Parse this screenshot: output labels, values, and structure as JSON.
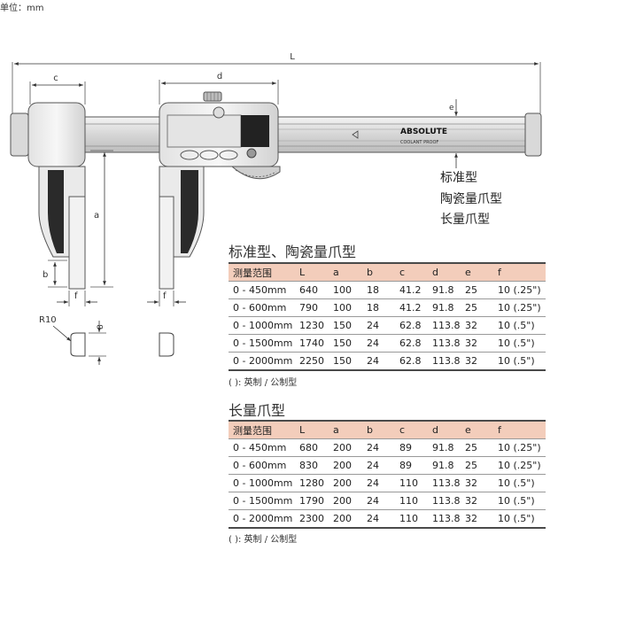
{
  "unit_label": "单位：mm",
  "dims": {
    "L": "L",
    "c": "c",
    "d": "d",
    "e": "e",
    "a": "a",
    "b": "b",
    "f": "f",
    "r": "R10",
    "eight": "8"
  },
  "brand": {
    "name": "ABSOLUTE",
    "sub": "COOLANT PROOF"
  },
  "types": [
    "标准型",
    "陶瓷量爪型",
    "长量爪型"
  ],
  "table1": {
    "title": "标准型、陶瓷量爪型",
    "headers": [
      "测量范围",
      "L",
      "a",
      "b",
      "c",
      "d",
      "e",
      "f"
    ],
    "rows": [
      [
        "0 - 450mm",
        "640",
        "100",
        "18",
        "41.2",
        "91.8",
        "25",
        "10 (.25\")"
      ],
      [
        "0 - 600mm",
        "790",
        "100",
        "18",
        "41.2",
        "91.8",
        "25",
        "10 (.25\")"
      ],
      [
        "0 - 1000mm",
        "1230",
        "150",
        "24",
        "62.8",
        "113.8",
        "32",
        "10 (.5\")"
      ],
      [
        "0 - 1500mm",
        "1740",
        "150",
        "24",
        "62.8",
        "113.8",
        "32",
        "10 (.5\")"
      ],
      [
        "0 - 2000mm",
        "2250",
        "150",
        "24",
        "62.8",
        "113.8",
        "32",
        "10 (.5\")"
      ]
    ],
    "note": "(   ): 英制 / 公制型"
  },
  "table2": {
    "title": "长量爪型",
    "headers": [
      "测量范围",
      "L",
      "a",
      "b",
      "c",
      "d",
      "e",
      "f"
    ],
    "rows": [
      [
        "0 - 450mm",
        "680",
        "200",
        "24",
        "89",
        "91.8",
        "25",
        "10 (.25\")"
      ],
      [
        "0 - 600mm",
        "830",
        "200",
        "24",
        "89",
        "91.8",
        "25",
        "10 (.25\")"
      ],
      [
        "0 - 1000mm",
        "1280",
        "200",
        "24",
        "110",
        "113.8",
        "32",
        "10 (.5\")"
      ],
      [
        "0 - 1500mm",
        "1790",
        "200",
        "24",
        "110",
        "113.8",
        "32",
        "10 (.5\")"
      ],
      [
        "0 - 2000mm",
        "2300",
        "200",
        "24",
        "110",
        "113.8",
        "32",
        "10 (.5\")"
      ]
    ],
    "note": "(   ): 英制 / 公制型"
  }
}
